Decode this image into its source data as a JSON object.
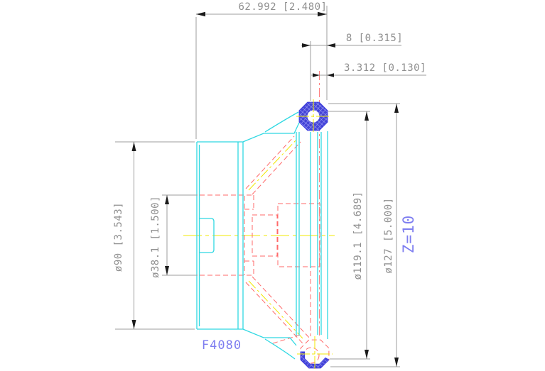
{
  "drawing": {
    "title_label": "F4080",
    "tooth_count_label": "Z=10",
    "dimensions": {
      "overall_length": "62.992 [2.480]",
      "insert_width": "8 [0.315]",
      "tip_offset": "3.312 [0.130]",
      "flange_diameter": "ø90 [3.543]",
      "bore_diameter": "ø38.1 [1.500]",
      "cutting_diameter": "ø119.1 [4.689]",
      "outer_diameter": "ø127 [5.000]"
    },
    "colors": {
      "visible_edge": "#2fd8e2",
      "hidden_edge": "#ff6a6a",
      "centerline": "#f0e800",
      "dimension_line": "#9c9c9c",
      "dimension_text": "#8f8f8f",
      "label_text": "#7d7df0",
      "insert_hatch": "#4343d6",
      "background": "#ffffff"
    }
  }
}
